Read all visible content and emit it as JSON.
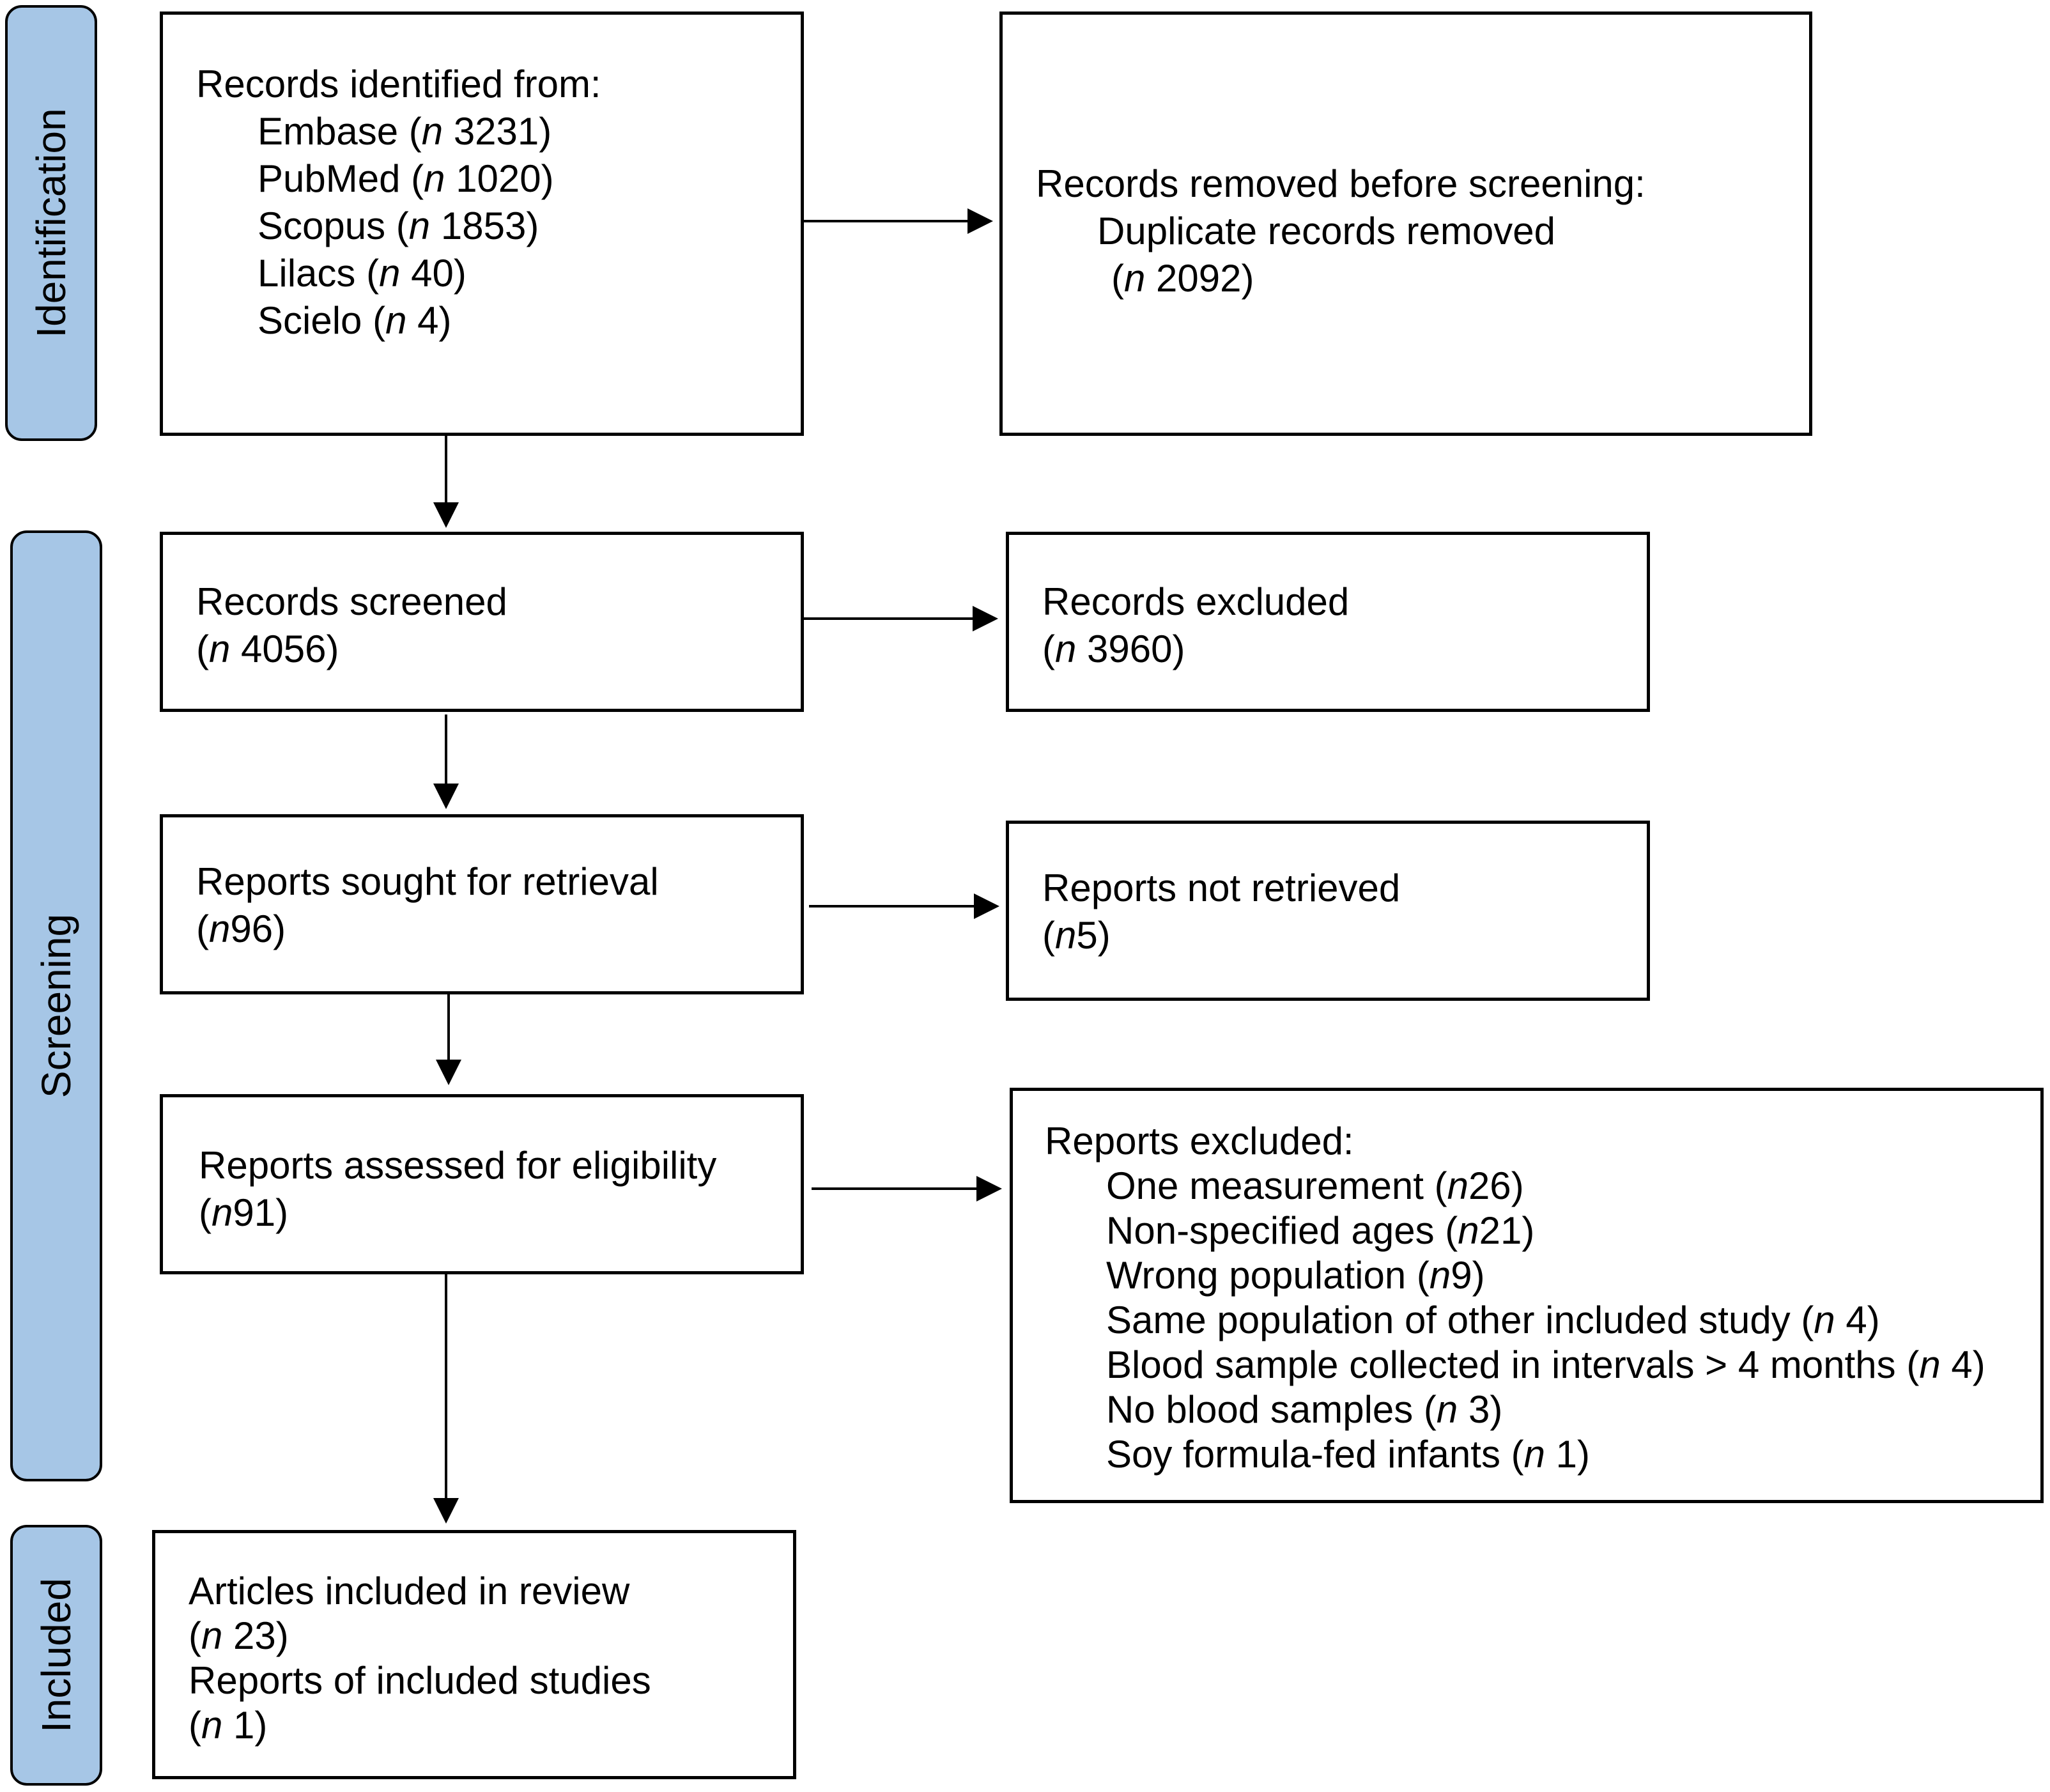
{
  "phases": {
    "identification": "Identification",
    "screening": "Screening",
    "included": "Included"
  },
  "n_symbol": "n",
  "identified": {
    "heading": "Records identified from:",
    "sources": [
      {
        "name": "Embase",
        "count": "3231"
      },
      {
        "name": "PubMed",
        "count": "1020"
      },
      {
        "name": "Scopus",
        "count": "1853"
      },
      {
        "name": "Lilacs",
        "count": "40"
      },
      {
        "name": "Scielo",
        "count": "4"
      }
    ]
  },
  "removed": {
    "heading": "Records removed before screening:",
    "item": "Duplicate records removed",
    "count": "2092"
  },
  "screened": {
    "label": "Records screened",
    "count": "4056"
  },
  "excluded_records": {
    "label": "Records excluded",
    "count": "3960"
  },
  "sought": {
    "label": "Reports sought for retrieval",
    "count": "96"
  },
  "not_retrieved": {
    "label": "Reports not retrieved",
    "count": "5"
  },
  "assessed": {
    "label": "Reports assessed for eligibility",
    "count": "91"
  },
  "reports_excluded": {
    "heading": "Reports excluded:",
    "reasons": [
      {
        "reason": "One measurement",
        "count": "26"
      },
      {
        "reason": "Non-specified ages",
        "count": "21"
      },
      {
        "reason": "Wrong population",
        "count": "9"
      },
      {
        "reason": "Same population of other included study",
        "count": "4"
      },
      {
        "reason": "Blood sample collected in intervals > 4 months",
        "count": "4"
      },
      {
        "reason": "No blood samples",
        "count": "3"
      },
      {
        "reason": "Soy formula-fed infants",
        "count": "1"
      }
    ]
  },
  "included": {
    "articles_label": "Articles included in review",
    "articles_count": "23",
    "reports_label": "Reports of included studies",
    "reports_count": "1"
  }
}
